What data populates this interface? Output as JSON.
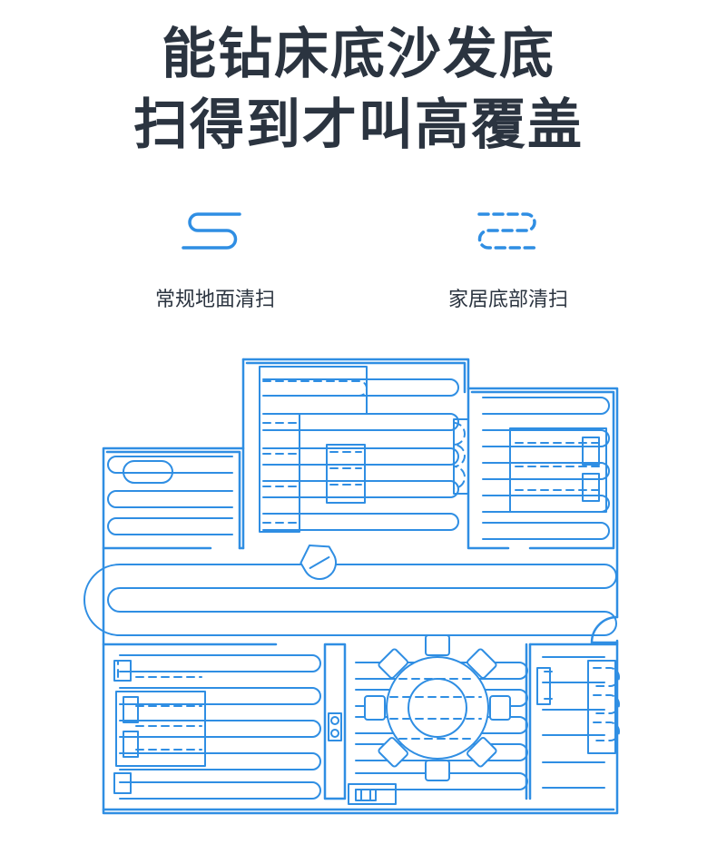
{
  "headline": {
    "line1": "能钻床底沙发底",
    "line2": "扫得到才叫高覆盖"
  },
  "legend": {
    "solid_label": "常规地面清扫",
    "dashed_label": "家居底部清扫"
  },
  "colors": {
    "line": "#2f8ee3",
    "text": "#2b3440",
    "background": "#ffffff"
  }
}
